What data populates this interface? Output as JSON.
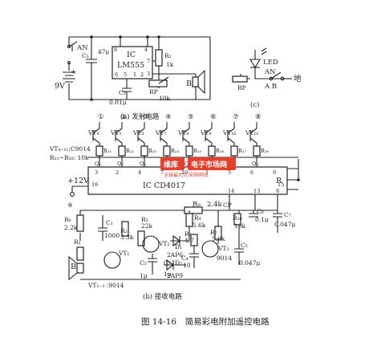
{
  "figure": {
    "caption": "图 14-16　简易彩电附加遥控电路"
  },
  "transmitter": {
    "caption": "(a) 发射电路",
    "ic_label": "IC",
    "ic_part": "LM555",
    "switch": "AN",
    "cap_c1": "C₁",
    "cap_c1_value": "47μ",
    "battery": "9V",
    "cap_c2": "C₂",
    "cap_c2_value": "0.01μ",
    "r2": "R₂",
    "r2_value": "1k",
    "rp": "RP",
    "rp_value": "10k",
    "speaker": "B",
    "pins": [
      "8",
      "4",
      "7",
      "3",
      "6",
      "5",
      "1",
      "2"
    ]
  },
  "remote_key": {
    "caption": "(c)",
    "led_label": "LED",
    "switch": "AN",
    "rp": "RP",
    "terminals": "A B",
    "ground": "地"
  },
  "receiver": {
    "caption": "(b) 接收电路",
    "ic_label": "IC CD4017",
    "vt_note1": "VT₄₋₁₁:C9014",
    "vt_note2": "R₁₁~R₁₈: 10k",
    "supply": "+12V",
    "vt_note3": "VT₁₋₃ :9014",
    "channels": [
      {
        "num": "①",
        "vt": "VT₄",
        "r": "R₁₁",
        "q": "Q₁"
      },
      {
        "num": "②",
        "vt": "VT₅",
        "r": "R₁₂",
        "q": "Q₂"
      },
      {
        "num": "③",
        "vt": "VT₆",
        "r": "R₁₃",
        "q": "Q₃"
      },
      {
        "num": "④",
        "vt": "VT₇",
        "r": "R₁₄",
        "q": "Q₄"
      },
      {
        "num": "⑤",
        "vt": "VT₈",
        "r": "R₁₅",
        "q": "Q₅"
      },
      {
        "num": "⑥",
        "vt": "VT₉",
        "r": "R₁₆",
        "q": "Q₆"
      },
      {
        "num": "⑦",
        "vt": "VT₁₀",
        "r": "R₁₇",
        "q": "Q₇"
      },
      {
        "num": "⑧",
        "vt": "VT₁₁",
        "r": "R₁₈",
        "q": "Q₀"
      }
    ],
    "ic_pins": [
      "3",
      "2",
      "4",
      "7",
      "10",
      "1",
      "5",
      "6",
      "9",
      "16",
      "14",
      "13",
      "8",
      "15"
    ],
    "ic_r": "R",
    "r9": "R₉",
    "r9_value": "2.4k",
    "r6": "R₆",
    "r6_value": "2.2k",
    "c1": "C₁",
    "c1_value": "1000",
    "r3": "R₃",
    "r3_value": "22k",
    "r2": "R₂",
    "r2_value": "3.3k",
    "r1": "R₁",
    "vt2": "VT₂",
    "vt1": "VT₁",
    "c3": "C₃",
    "c3_value": "1μ",
    "c2": "C₂",
    "c2_value": "1μ",
    "d1": "D₁",
    "d1_value": "2AP6",
    "d2": "D₂",
    "d2_value": "2AP9",
    "r4": "R₄",
    "r4_value": "5.6k",
    "r5": "R₅",
    "r5_value": "4.7",
    "c4": "C₄",
    "c4_value": "10",
    "r7": "R₇",
    "r7_value": "5.6k",
    "vt3": "VT₃",
    "vt3_value": "9014",
    "c5": "C₅",
    "c5_value": "0.047μ",
    "cp": "CP",
    "r10": "R₁₀",
    "r10_value": "10k",
    "c6": "C₆",
    "c6_value": "0.1μ",
    "c7": "C₇",
    "c7_value": "0.047μ",
    "speaker": "B"
  },
  "watermark": {
    "logo": "维库",
    "text": "电子市场网",
    "sub": "全球最大IC采购网站"
  }
}
